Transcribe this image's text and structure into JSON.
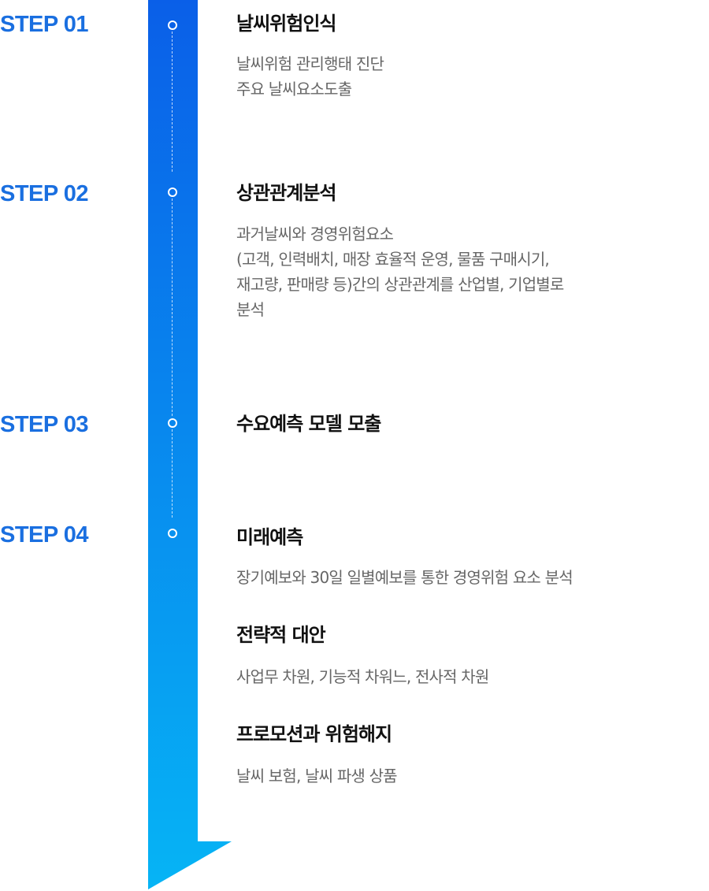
{
  "colors": {
    "step_label": "#1a6fe0",
    "bar_top": "#0a5fe8",
    "bar_bottom": "#06b4f5",
    "title": "#111111",
    "desc": "#666666"
  },
  "steps": [
    {
      "label": "STEP 01",
      "title": "날씨위험인식",
      "lines": [
        "날씨위험 관리행태 진단",
        "주요 날씨요소도출"
      ]
    },
    {
      "label": "STEP 02",
      "title": "상관관계분석",
      "lines": [
        "과거날씨와 경영위험요소",
        "(고객, 인력배치, 매장 효율적 운영, 물품 구매시기,",
        "재고량, 판매량 등)간의 상관관계를 산업별, 기업별로",
        "분석"
      ]
    },
    {
      "label": "STEP 03",
      "title": "수요예측 모델 모출",
      "lines": []
    },
    {
      "label": "STEP 04",
      "sections": [
        {
          "title": "미래예측",
          "lines": [
            "장기예보와 30일 일별예보를 통한 경영위험 요소 분석"
          ]
        },
        {
          "title": "전략적 대안",
          "lines": [
            "사업무 차원, 기능적 차워느, 전사적 차원"
          ]
        },
        {
          "title": "프로모션과 위험해지",
          "lines": [
            "날씨 보험, 날씨 파생 상품"
          ]
        }
      ]
    }
  ]
}
